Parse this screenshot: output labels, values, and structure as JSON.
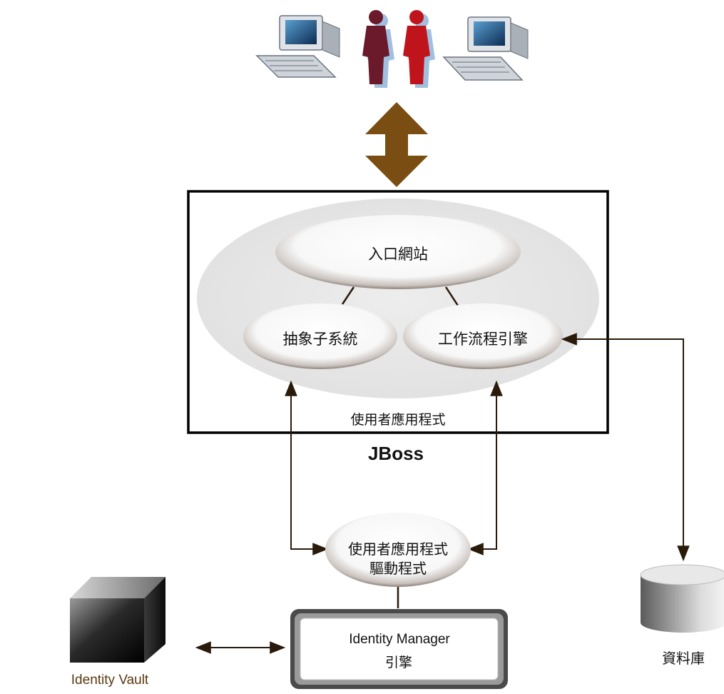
{
  "diagram": {
    "container_label": "使用者應用程式",
    "server_label": "JBoss",
    "portal_label": "入口網站",
    "abstraction_label": "抽象子系統",
    "workflow_label": "工作流程引擎",
    "driver_label_line1": "使用者應用程式",
    "driver_label_line2": "驅動程式",
    "engine_label_line1": "Identity Manager",
    "engine_label_line2": "引擎",
    "vault_label": "Identity Vault",
    "database_label": "資料庫"
  },
  "colors": {
    "bidirectional_arrow": "#7a4e12",
    "connector": "#2a1a0a",
    "vault_label": "#5a3a10",
    "user_left": "#6a1a2a",
    "user_right": "#c0141c",
    "user_shadow": "#8ab0d8"
  }
}
